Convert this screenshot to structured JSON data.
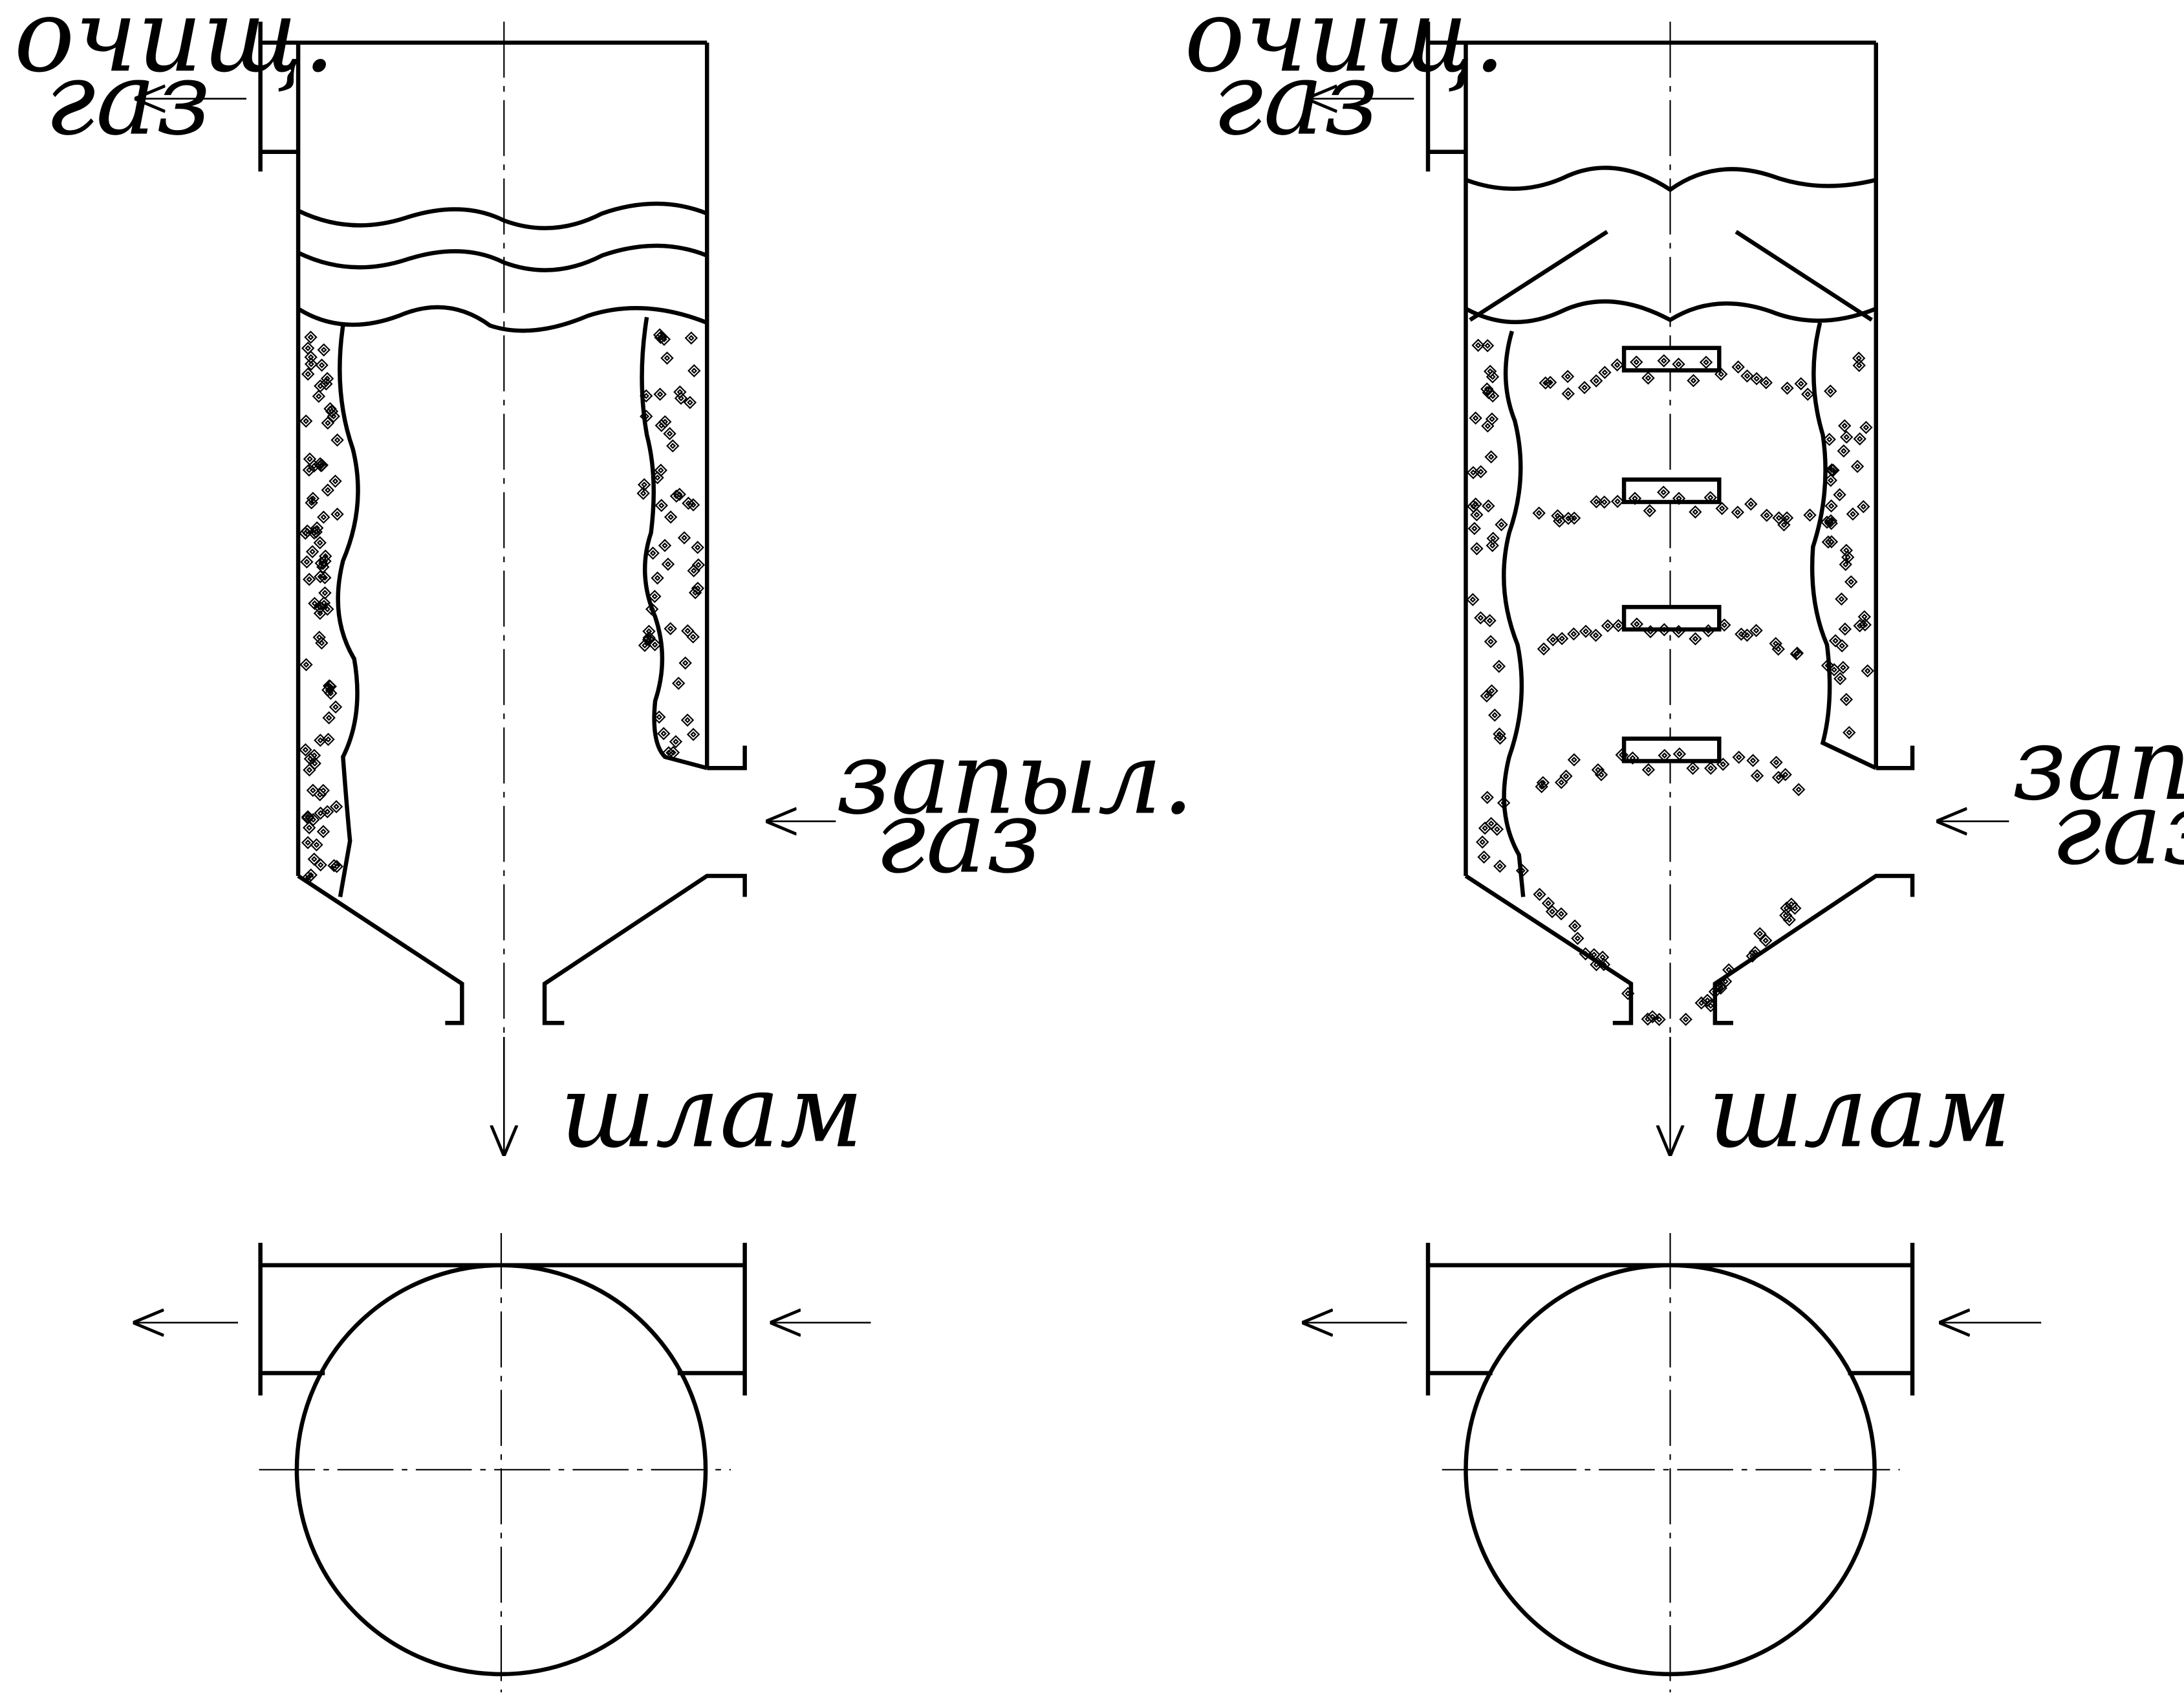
{
  "colors": {
    "line": "#000000",
    "background": "#ffffff"
  },
  "diagrams": [
    {
      "name": "left-scrubber",
      "labels": {
        "outlet_line1": "очищ.",
        "outlet_line2": "газ",
        "inlet_line1": "запыл.",
        "inlet_line2": "газ",
        "sludge": "шлам"
      }
    },
    {
      "name": "right-scrubber",
      "labels": {
        "outlet_line1": "очищ.",
        "outlet_line2": "газ",
        "inlet_line1": "запыл.",
        "inlet_line2": "газ",
        "sludge": "шлам"
      }
    }
  ]
}
